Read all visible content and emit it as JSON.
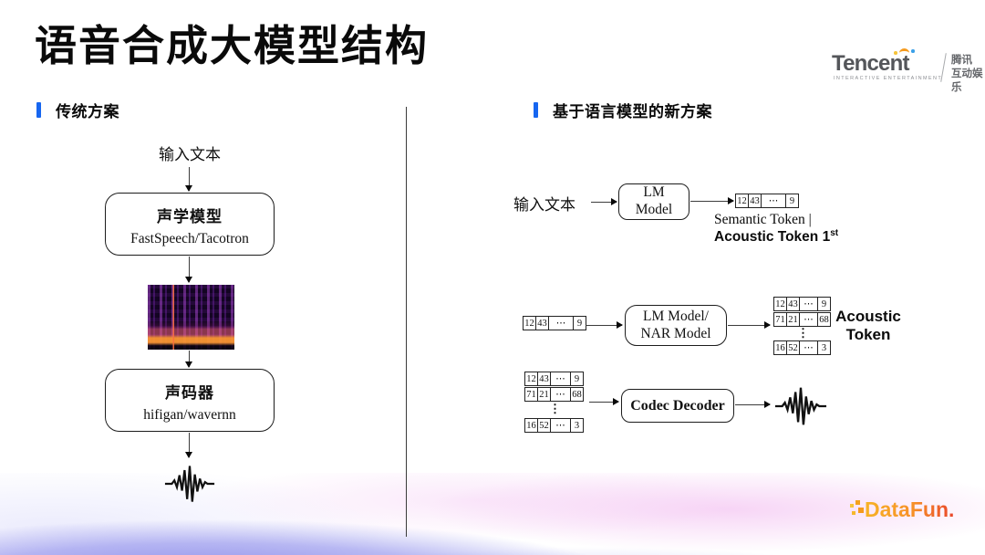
{
  "title": "语音合成大模型结构",
  "left": {
    "header": "传统方案",
    "input_label": "输入文本",
    "acoustic_box": {
      "title": "声学模型",
      "subtitle": "FastSpeech/Tacotron"
    },
    "vocoder_box": {
      "title": "声码器",
      "subtitle": "hifigan/wavernn"
    }
  },
  "right": {
    "header": "基于语言模型的新方案",
    "input_label": "输入文本",
    "lm_box": {
      "line1": "LM",
      "line2": "Model"
    },
    "lmnar_box": {
      "line1": "LM Model/",
      "line2": "NAR Model"
    },
    "codec_box": {
      "label": "Codec Decoder"
    },
    "semantic_label": "Semantic Token |",
    "acoustic1_label": "Acoustic Token 1",
    "acoustic1_sup": "st",
    "acoustic_label": {
      "line1": "Acoustic",
      "line2": "Token"
    },
    "dots": "⋮",
    "tokens": {
      "row": [
        "12",
        "43",
        "⋯",
        "9"
      ],
      "row2": [
        "71",
        "21",
        "⋯",
        "68"
      ],
      "row3": [
        "16",
        "52",
        "⋯",
        "3"
      ]
    }
  },
  "logos": {
    "tencent": {
      "wordmark": "Tencent",
      "tagline": "INTERACTIVE ENTERTAINMENT",
      "cn_line1": "腾讯",
      "cn_line2": "互动娱乐"
    },
    "datafun": {
      "wordmark": "DataFun."
    }
  },
  "colors": {
    "accent_blue": "#1766f0",
    "datafun_orange": "#f59a1d",
    "datafun_red": "#e9462b"
  }
}
